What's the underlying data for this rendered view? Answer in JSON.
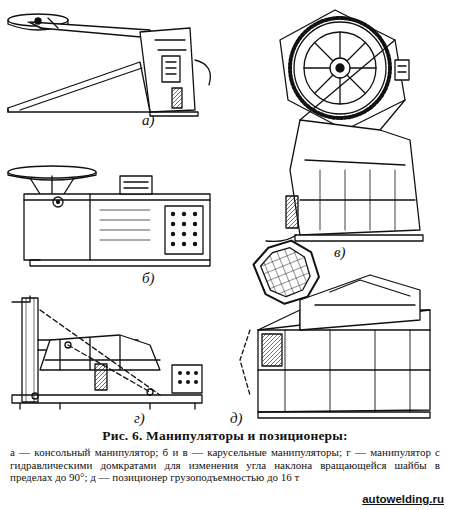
{
  "diagram": {
    "title": "Рис. 6. Манипуляторы и позиционеры:",
    "caption": "а — консольный манипулятор; б и в — карусельные манипуляторы; г — манипулятор с гидравлическими домкратами для изменения угла наклона вращающейся шайбы в пределах до 90°; д — позиционер грузоподъемностью до 16 т",
    "labels": [
      "а)",
      "б)",
      "в)",
      "г)",
      "д)",
      "autowelding.ru"
    ]
  }
}
